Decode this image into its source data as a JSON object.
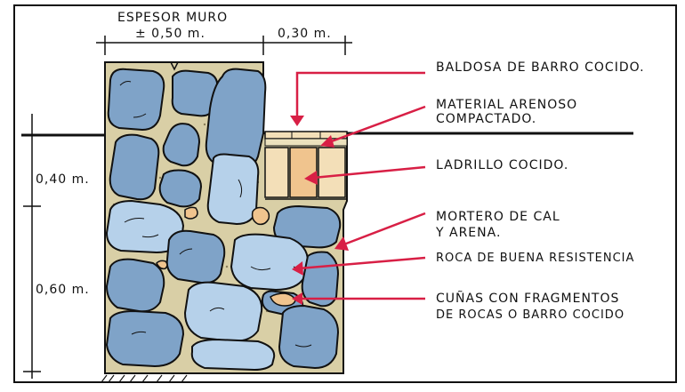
{
  "dimensions": {
    "title": "ESPESOR MURO",
    "wall_thickness": "± 0,50 m.",
    "floor_width": "0,30 m.",
    "height_upper": "0,40 m.",
    "height_lower": "0,60 m."
  },
  "callouts": [
    {
      "id": "baldosa",
      "lines": [
        "BALDOSA DE BARRO COCIDO."
      ]
    },
    {
      "id": "arenoso",
      "lines": [
        "MATERIAL ARENOSO",
        "COMPACTADO."
      ]
    },
    {
      "id": "ladrillo",
      "lines": [
        "LADRILLO COCIDO."
      ]
    },
    {
      "id": "mortero",
      "lines": [
        "MORTERO DE CAL",
        "Y ARENA."
      ]
    },
    {
      "id": "roca",
      "lines": [
        "ROCA DE BUENA RESISTENCIA"
      ]
    },
    {
      "id": "cunas",
      "lines": [
        "CUÑAS CON FRAGMENTOS",
        "DE ROCAS O BARRO COCIDO"
      ]
    }
  ],
  "colors": {
    "mortar": "#d9cfa6",
    "stone_dark": "#7fa3c8",
    "stone_light": "#b6d1ea",
    "wedge": "#f0c48e",
    "brick": "#f3dfb8",
    "arrow": "#d81f45",
    "line": "#111111"
  }
}
